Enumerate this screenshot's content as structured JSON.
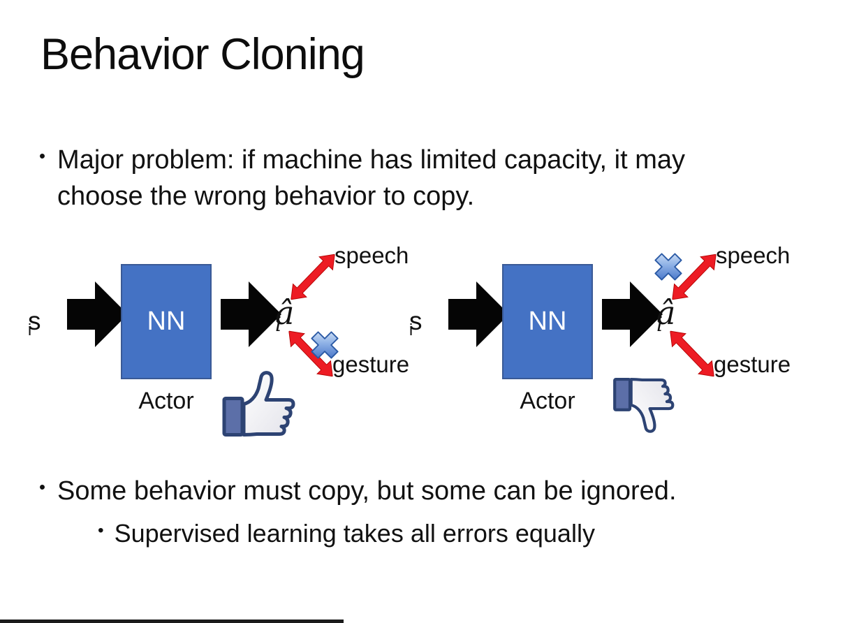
{
  "slide": {
    "title": "Behavior Cloning",
    "bullet_char": "•",
    "bullets": {
      "major_problem": "Major problem: if machine has limited capacity, it may choose the wrong behavior to copy.",
      "some_behavior": "Some behavior must copy, but some can be ignored.",
      "supervised": "Supervised learning takes all errors equally"
    }
  },
  "diagram_left": {
    "input_main": "s",
    "input_sub": "i",
    "box_label": "NN",
    "output_main": "â",
    "output_sub": "i",
    "actor_label": "Actor",
    "speech_label": "speech",
    "gesture_label": "gesture",
    "crossed_out": "gesture",
    "feedback_icon": "thumbs-up"
  },
  "diagram_right": {
    "input_main": "s",
    "input_sub": "i",
    "box_label": "NN",
    "output_main": "â",
    "output_sub": "i",
    "actor_label": "Actor",
    "speech_label": "speech",
    "gesture_label": "gesture",
    "crossed_out": "speech",
    "feedback_icon": "thumbs-down"
  },
  "colors": {
    "box_blue": "#4472C4",
    "box_border": "#3A5A96",
    "arrow_black": "#050505",
    "arrow_red": "#ED1C24",
    "arrow_red_dark": "#B30000",
    "cross_blue": "#3E6FC9",
    "thumb_navy": "#2D4373",
    "thumb_cuff": "#5C6FA8"
  }
}
